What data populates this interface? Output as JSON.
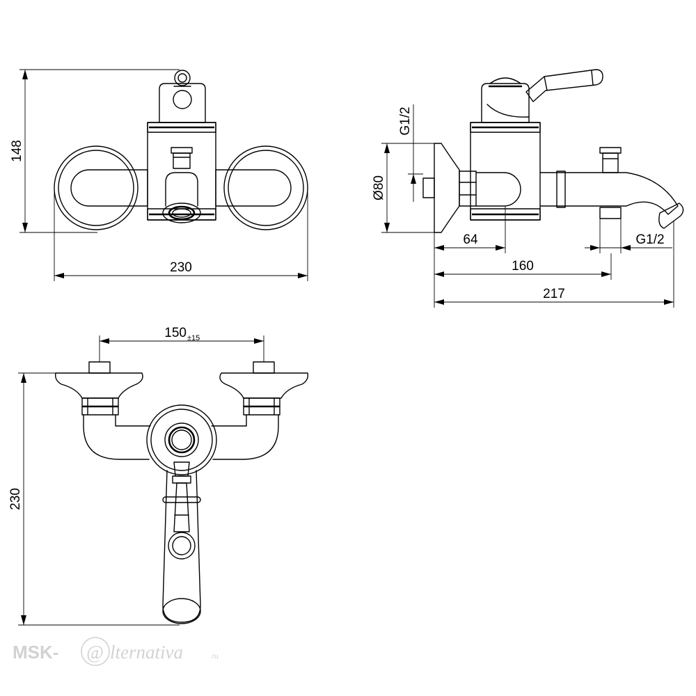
{
  "front_view": {
    "height_label": "148",
    "width_label": "230"
  },
  "side_view": {
    "inlet_thread_label": "G1/2",
    "diameter_label": "Ø80",
    "dim_64_label": "64",
    "outlet_thread_label": "G1/2",
    "dim_160_label": "160",
    "dim_217_label": "217"
  },
  "top_view": {
    "spacing_label": "150",
    "spacing_tolerance": "±15",
    "height_label": "230"
  },
  "watermark": {
    "brand_prefix": "MSK-",
    "brand_mark": "@",
    "brand_suffix": "lternativa",
    "brand_domain": ".ru"
  },
  "colors": {
    "line": "#000000",
    "watermark": "#d2d2d2",
    "background": "#ffffff"
  }
}
